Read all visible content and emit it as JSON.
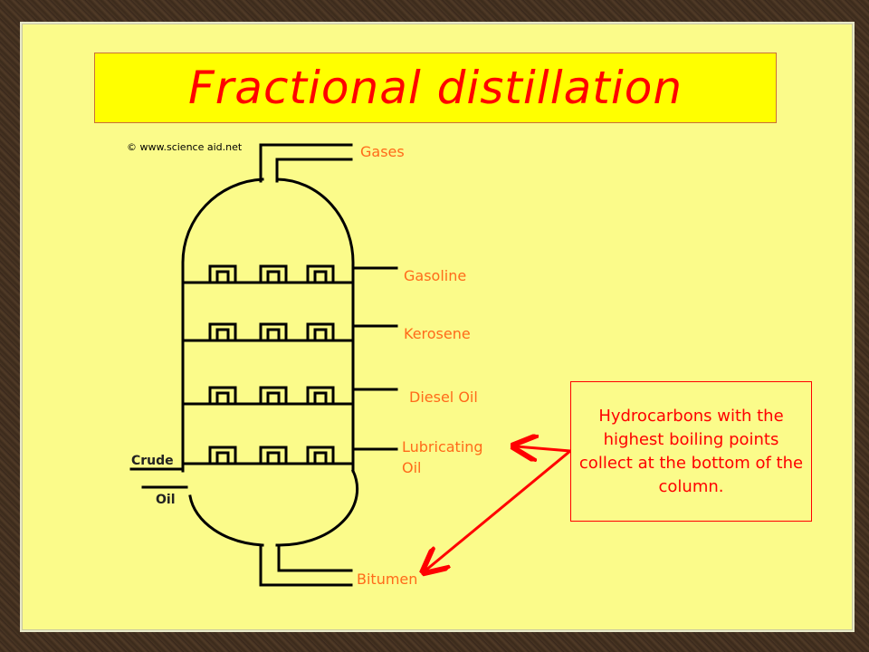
{
  "title": "Fractional distillation",
  "copyright": "© www.science aid.net",
  "feed_label": {
    "line1": "Crude",
    "line2": "Oil"
  },
  "fractions": {
    "gases": "Gases",
    "gasoline": "Gasoline",
    "kerosene": "Kerosene",
    "diesel": "Diesel Oil",
    "lubricating_line1": "Lubricating",
    "lubricating_line2": "Oil",
    "bitumen": "Bitumen"
  },
  "callout": "Hydrocarbons with the highest boiling points collect at the bottom of the column.",
  "colors": {
    "board": "#fbfb8a",
    "title_box": "#ffff00",
    "title_text": "#ff0000",
    "fraction_labels": "#ff6a1a",
    "diagram_lines": "#000000",
    "arrows": "#ff0000"
  }
}
